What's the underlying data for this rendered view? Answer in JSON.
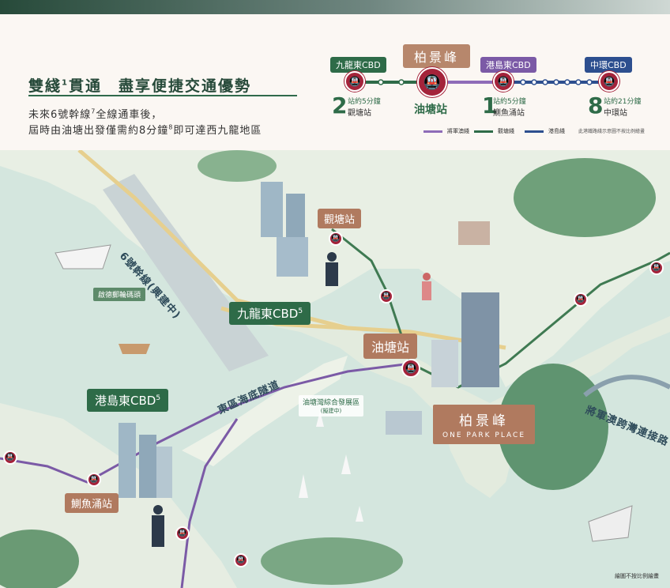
{
  "header": {
    "headline": "雙綫",
    "headline_sup": "1",
    "headline_rest": "貫通　盡享便捷交通優勢",
    "sub1_a": "未來6號幹線",
    "sub1_sup1": "7",
    "sub1_b": "全線通車後，",
    "sub2_a": "屆時由油塘出發僅需約8分鐘",
    "sub2_sup": "8",
    "sub2_b": "即可達西九龍地區"
  },
  "route": {
    "tag_kwe": "九龍東CBD",
    "tag_opp": "柏景峰",
    "tag_hke": "港島東CBD",
    "tag_cen": "中環CBD",
    "kwe_num": "2",
    "kwe_stops": "站約5分鐘",
    "kwe_dest": "觀塘站",
    "opp_station": "油塘站",
    "hke_num": "1",
    "hke_stops": "站約5分鐘",
    "hke_dest": "鰂魚涌站",
    "cen_num": "8",
    "cen_stops": "站約21分鐘",
    "cen_dest": "中環站",
    "legend": [
      {
        "label": "將軍澳綫",
        "color": "#8e6cb8"
      },
      {
        "label": "觀塘綫",
        "color": "#2e6b48"
      },
      {
        "label": "港島綫",
        "color": "#2d4f8f"
      }
    ],
    "legend_note": "此港鐵路綫示意圖不按比例繪畫",
    "colors": {
      "kwun_tong": "#2e6b48",
      "tko": "#8e6cb8",
      "island": "#2d4f8f",
      "train": "#a4233a"
    }
  },
  "map": {
    "kwun_tong_station": "觀塘站",
    "kwe_cbd": "九龍東CBD",
    "kwe_sup": "5",
    "yau_tong_station": "油塘站",
    "hke_cbd": "港島東CBD",
    "hke_sup": "5",
    "quarry_bay_station": "鰂魚涌站",
    "cruise_terminal": "啟德郵輪碼頭",
    "route6": "6號幹線(興建中)",
    "eastern_tunnel": "東區海底隧道",
    "reclaim": "油塘灣綜合發展區",
    "reclaim_sub": "(擬建中)",
    "opp_zh": "柏景峰",
    "opp_en": "ONE PARK PLACE",
    "tko_bridge": "將軍澳跨灣連接路",
    "scale_note": "繪圖不按比例繪畫"
  }
}
